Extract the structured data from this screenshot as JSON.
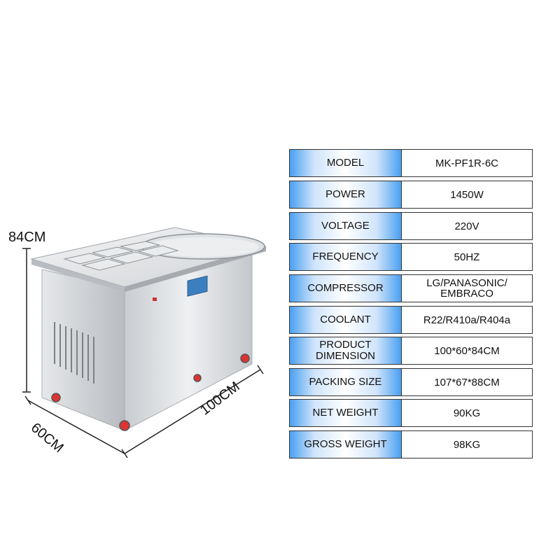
{
  "dimensions": {
    "height_label": "84CM",
    "depth_label": "60CM",
    "width_label": "100CM"
  },
  "specs": [
    {
      "key": "MODEL",
      "value": "MK-PF1R-6C"
    },
    {
      "key": "POWER",
      "value": "1450W"
    },
    {
      "key": "VOLTAGE",
      "value": "220V"
    },
    {
      "key": "FREQUENCY",
      "value": "50HZ"
    },
    {
      "key": "COMPRESSOR",
      "value_line1": "LG/PANASONIC/",
      "value_line2": "EMBRACO"
    },
    {
      "key": "COOLANT",
      "value": "R22/R410a/R404a"
    },
    {
      "key_line1": "PRODUCT",
      "key_line2": "DIMENSION",
      "value": "100*60*84CM"
    },
    {
      "key": "PACKING SIZE",
      "value": "107*67*88CM"
    },
    {
      "key": "NET WEIGHT",
      "value": "90KG"
    },
    {
      "key": "GROSS WEIGHT",
      "value": "98KG"
    }
  ],
  "colors": {
    "header_blue": "#4a9ff0",
    "steel": "#d9dcdf"
  }
}
